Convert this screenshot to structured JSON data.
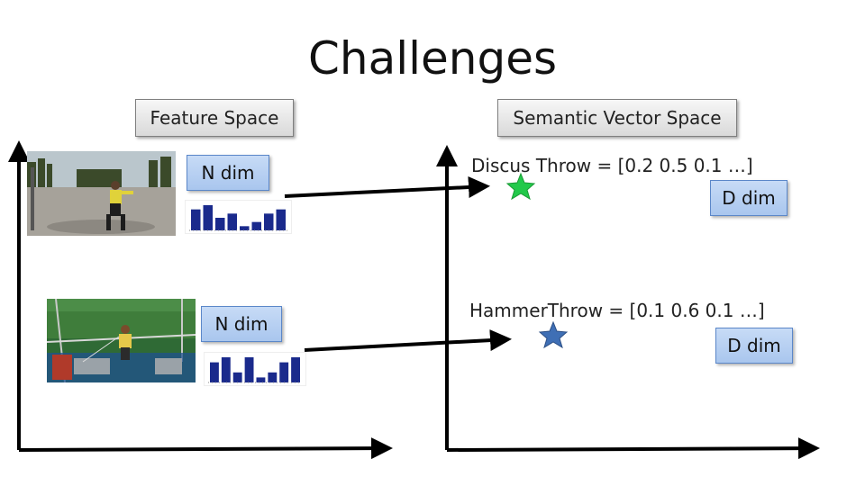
{
  "title": "Challenges",
  "feature_space": {
    "label": "Feature Space",
    "items": [
      {
        "dim_label": "N dim",
        "image_name": "discus-throw-photo",
        "hist_values": [
          5,
          6,
          3,
          4,
          1,
          2,
          4,
          5
        ]
      },
      {
        "dim_label": "N dim",
        "image_name": "hammer-throw-photo",
        "hist_values": [
          4,
          5,
          2,
          5,
          1,
          2,
          4,
          5
        ]
      }
    ]
  },
  "semantic_space": {
    "label": "Semantic Vector Space",
    "items": [
      {
        "equation": "Discus Throw = [0.2 0.5 0.1 …]",
        "dim_label": "D dim",
        "star_color": "#22c94a"
      },
      {
        "equation": "HammerThrow = [0.1 0.6 0.1 …]",
        "dim_label": "D dim",
        "star_color": "#3f6fb5"
      }
    ]
  },
  "colors": {
    "dim_box": "#b7d0f2",
    "label_box": "#e6e6e6",
    "histogram_bar": "#1a2a8c"
  }
}
